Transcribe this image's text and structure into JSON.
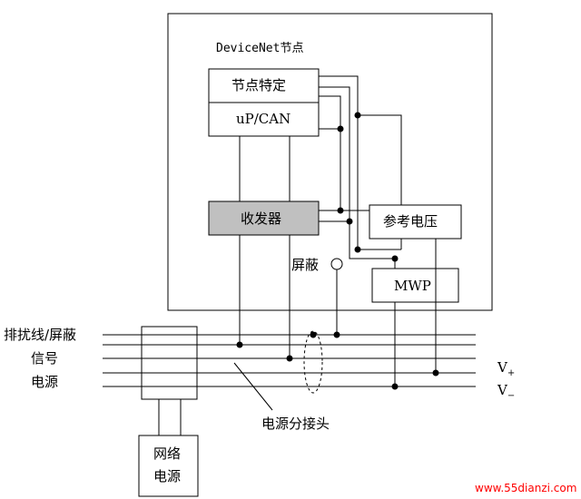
{
  "diagram": {
    "node_title": "DeviceNet节点",
    "blocks": {
      "node_specific": "节点特定",
      "up_can": "uP/CAN",
      "transceiver": "收发器",
      "ref_voltage": "参考电压",
      "mwp": "MWP",
      "network_power_line1": "网络",
      "network_power_line2": "电源"
    },
    "line_labels": {
      "drain_shield": "排扰线/屏蔽",
      "signal": "信号",
      "power": "电源",
      "v_plus": "V",
      "v_plus_sub": "+",
      "v_minus": "V",
      "v_minus_sub": "−"
    },
    "annotations": {
      "shield": "屏蔽",
      "power_tap": "电源分接头"
    },
    "colors": {
      "transceiver_fill": "#c0c0c0",
      "line": "#000000",
      "watermark": "#ff0000"
    },
    "watermark": "www.55dianzi.com"
  }
}
